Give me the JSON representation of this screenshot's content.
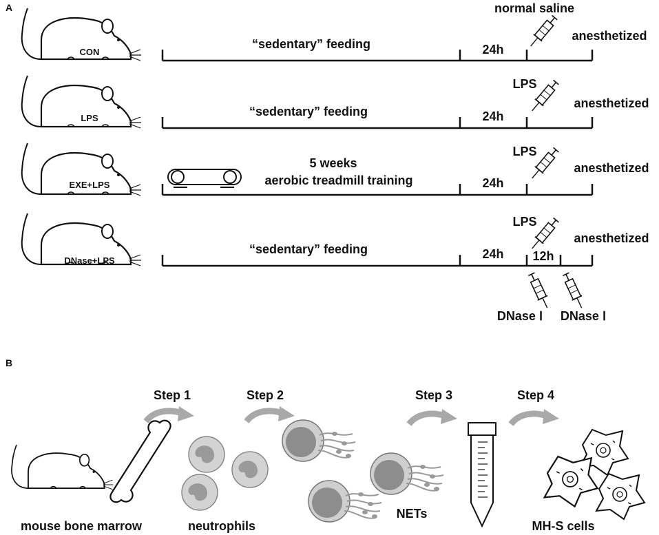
{
  "panel_a": {
    "label": "A",
    "rows": [
      {
        "group": "CON",
        "phase": "“sedentary”  feeding",
        "phase_line2": "",
        "wait": "24h",
        "agent": "normal saline",
        "end": "anesthetized",
        "extra_interval": ""
      },
      {
        "group": "LPS",
        "phase": "“sedentary”  feeding",
        "phase_line2": "",
        "wait": "24h",
        "agent": "LPS",
        "end": "anesthetized",
        "extra_interval": ""
      },
      {
        "group": "EXE+LPS",
        "phase": "5 weeks",
        "phase_line2": "aerobic treadmill training",
        "wait": "24h",
        "agent": "LPS",
        "end": "anesthetized",
        "extra_interval": ""
      },
      {
        "group": "DNase+LPS",
        "phase": "“sedentary”  feeding",
        "phase_line2": "",
        "wait": "24h",
        "agent": "LPS",
        "end": "anesthetized",
        "extra_interval": "12h"
      }
    ],
    "dnase_labels": [
      "DNase Ⅰ",
      "DNase Ⅰ"
    ]
  },
  "panel_b": {
    "label": "B",
    "steps": [
      "Step 1",
      "Step 2",
      "Step 3",
      "Step 4"
    ],
    "items": [
      "mouse bone marrow",
      "neutrophils",
      "NETs",
      "MH-S cells"
    ]
  },
  "colors": {
    "ink": "#111111",
    "arrow": "#a9a9a9",
    "cell_outer": "#c9c9c9",
    "cell_nucleus": "#8a8a8a"
  }
}
